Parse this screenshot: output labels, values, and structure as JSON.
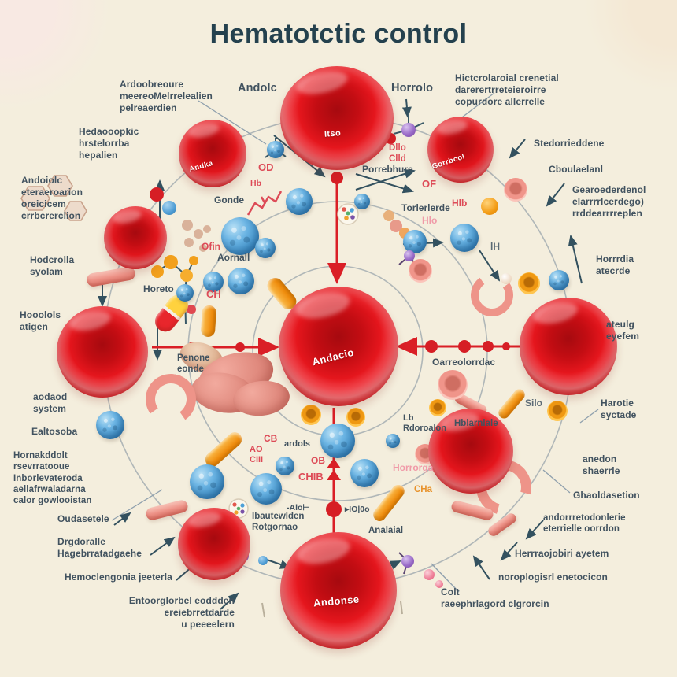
{
  "title": "Hematotctic control",
  "colors": {
    "background": "#f4eedd",
    "title": "#24414e",
    "label": "#41525f",
    "red_accent": "#da1f26",
    "chem_red": "#dd4b57",
    "chem_pink": "#f09aa8",
    "chem_orange": "#e8922a",
    "teal_arrow": "#33515f"
  },
  "labels": {
    "top_left_block": "Ardoobreoure\nmeereoMelrrelealien\npelreaerdien",
    "hedaooopkic": "Hedaooopkic\nhrstelorrba\nhepalien",
    "andoiolc": "Andoiolc\neteraeroarion\noreicicem\ncrrbcrerclion",
    "hodcrolla": "Hodcrolla\nsyolam",
    "hooolols": "Hooolols\natigen",
    "aodaod": "aodaod\nsystem",
    "ealtosoba": "Ealtosoba",
    "hornakddolt": "Hornakddolt\nrsevrratooue\nInborlevateroda\naellafrwaladarna\ncalor gowlooistan",
    "oudasetele": "Oudasetele",
    "drgdoralle": "Drgdoralle\nHagebrratadgaehe",
    "hemoclengonia": "Hemoclengonia jeeterla",
    "entoorglorbel": "Entoorglorbel eoddden\nereiebrretdarde\nu peeeelern",
    "andolc": "Andolc",
    "horrolo": "Horrolo",
    "top_right_block": "Hictcrolaroial crenetial\ndarerertrreteieroirre\ncopurdore allerrelle",
    "stedorrieddene": "Stedorrieddene",
    "cboulaelanl": "Cboulaelanl",
    "gearoederdenol": "Gearoederdenol\nelarrrrlcerdego)\nrrddearrrreplen",
    "horrrdia": "Horrrdia\natecrde",
    "ateulg": "ateulg\neyefem",
    "harotie": "Harotie\nsyctade",
    "anedon": "anedon\nshaerrle",
    "ghaoldasetion": "Ghaoldasetion",
    "andorrretodonlerie": "andorrretodonlerie\neterrielle oorrdon",
    "herrraojobiri": "Herrraojobiri ayetem",
    "noroplogisrl": "noroplogisrl enetocicon",
    "colt": "Colt\nraeephrlagord clgrorcin"
  },
  "chem_labels": {
    "od": "OD",
    "hb": "Hb",
    "gonde": "Gonde",
    "ofin": "Ofin",
    "aornall": "Aornall",
    "ch": "CH",
    "horeto": "Horeto",
    "penone": "Penone\neonde",
    "dllo_clld": "Dllo\nClld",
    "porrebhure": "Porrebhure",
    "of": "OF",
    "torlerlerde": "Torlerlerde",
    "hlb": "Hlb",
    "hlo": "Hlo",
    "lh": "lH",
    "oarreolorrdac": "Oarreolorrdac",
    "lb_rdoroalon": "Lb\nRdoroalon",
    "hblarnlale": "Hblarnlale",
    "silo": "Silo",
    "horrorga": "Horrorga",
    "cb": "CB",
    "ardols": "ardols",
    "ao_ciii": "AO\nCIII",
    "ob": "OB",
    "chib": "CHIB",
    "alo": "-Alo⊢",
    "iooo": "▸IO|0o",
    "ibautewlden": "Ibautewlden\nRotgornao",
    "analaial": "Analaial",
    "cha": "CHa"
  },
  "cell_labels": {
    "top": "Itso",
    "top_left": "Andka",
    "top_right": "Gorrbcol",
    "center": "Andacio",
    "bottom": "Andonse"
  }
}
